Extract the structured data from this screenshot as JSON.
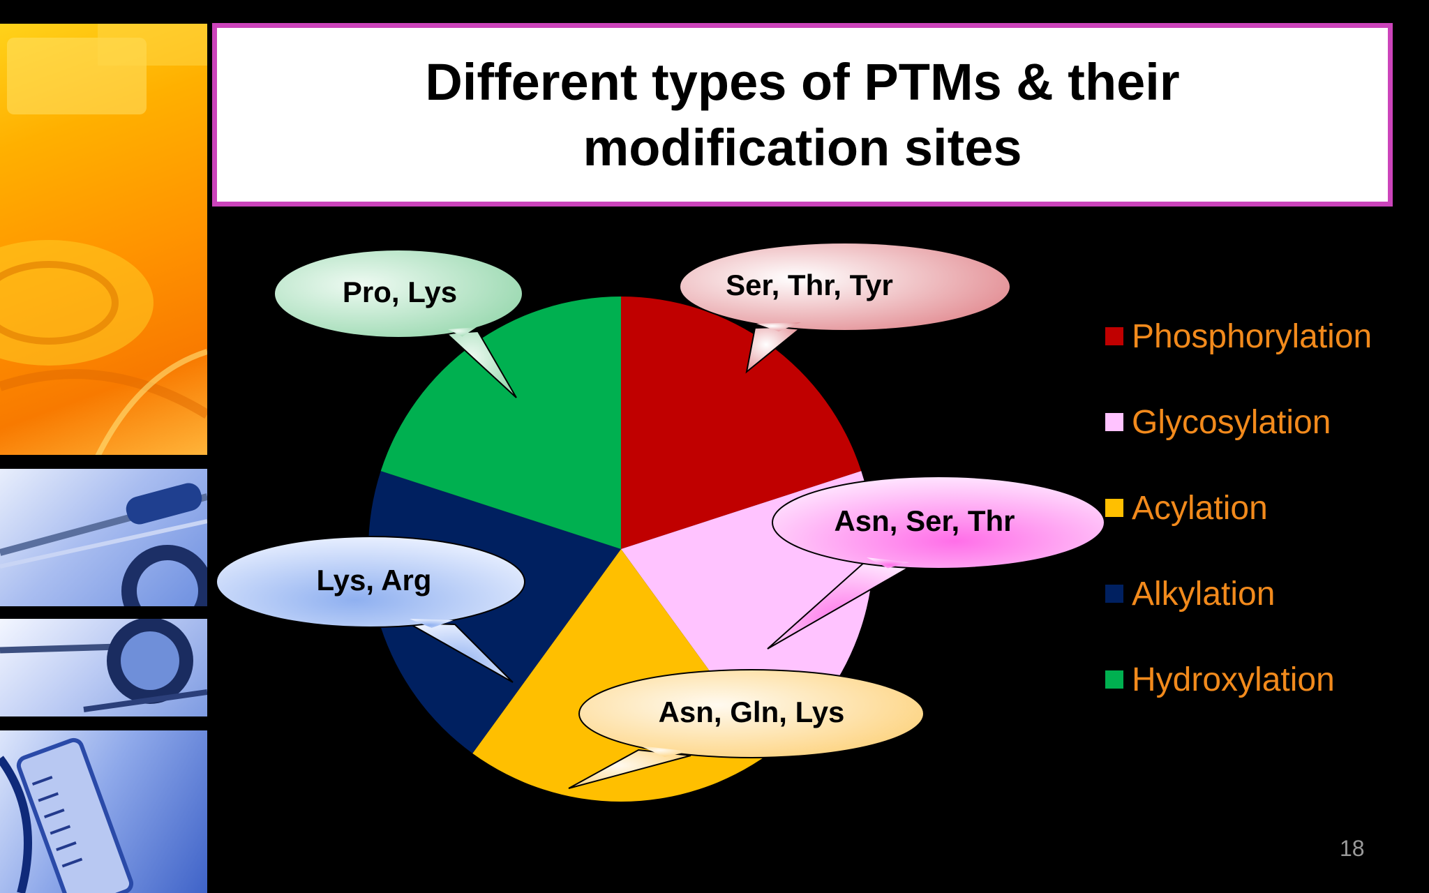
{
  "slide": {
    "title": "Different types of PTMs & their modification sites",
    "page_number": "18"
  },
  "chart_data": {
    "type": "pie",
    "categories": [
      "Phosphorylation",
      "Glycosylation",
      "Acylation",
      "Alkylation",
      "Hydroxylation"
    ],
    "values": [
      20,
      20,
      20,
      20,
      20
    ],
    "colors": [
      "#c00000",
      "#ffc3ff",
      "#ffbf00",
      "#002060",
      "#00b050"
    ],
    "legend_position": "right",
    "annotations": [
      "Ser, Thr, Tyr",
      "Asn, Ser, Thr",
      "Asn, Gln, Lys",
      "Lys, Arg",
      "Pro, Lys"
    ]
  }
}
